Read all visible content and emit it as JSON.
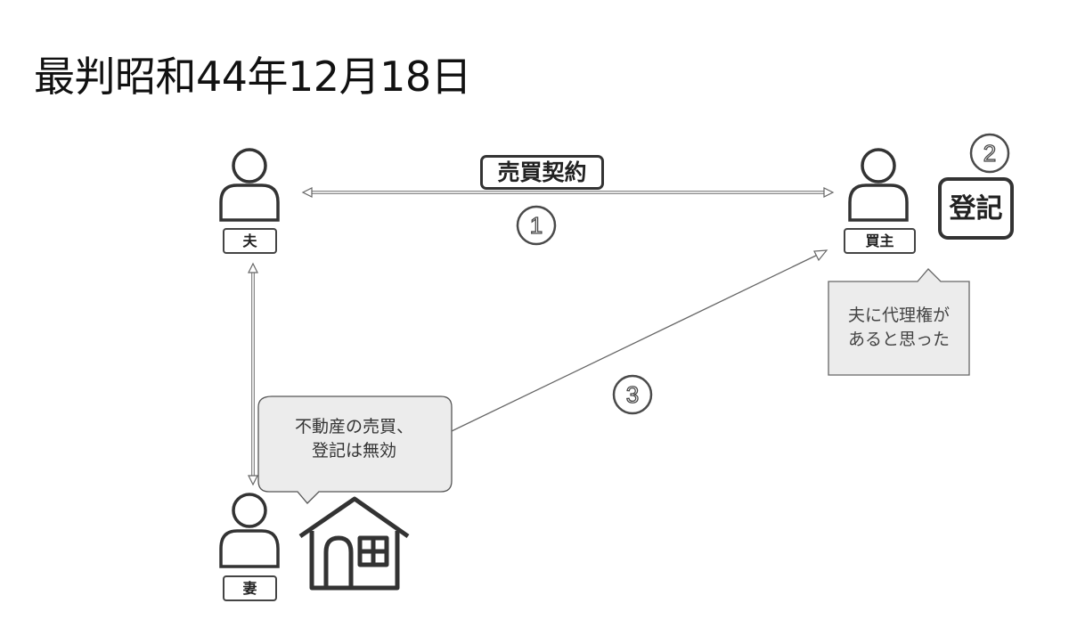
{
  "title": "最判昭和44年12月18日",
  "parties": {
    "husband": "夫",
    "buyer": "買主",
    "wife": "妻"
  },
  "contract_label": "売買契約",
  "register_label": "登記",
  "steps": {
    "one": "①",
    "two": "②",
    "three": "③"
  },
  "wife_bubble": {
    "line1": "不動産の売買、",
    "line2": "登記は無効"
  },
  "buyer_bubble": {
    "line1": "夫に代理権が",
    "line2": "あると思った"
  },
  "colors": {
    "icon_stroke": "#333333",
    "bubble_fill": "#ececec",
    "arrow_gray": "#999999"
  },
  "icons": [
    "person-icon",
    "house-icon"
  ]
}
